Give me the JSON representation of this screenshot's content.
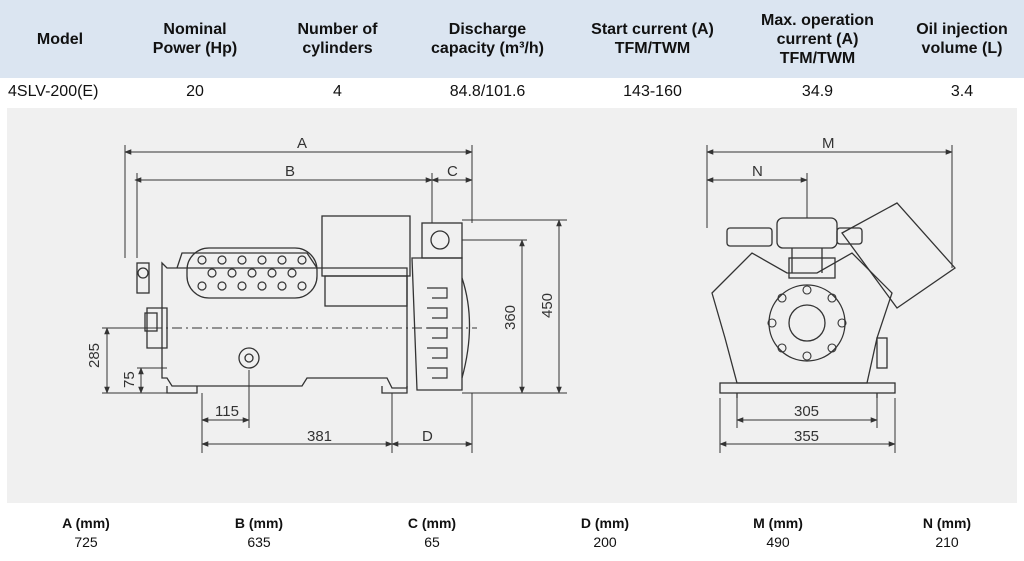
{
  "table": {
    "headers": [
      {
        "line1": "Model",
        "line2": "",
        "line3": ""
      },
      {
        "line1": "Nominal",
        "line2": "Power (Hp)",
        "line3": ""
      },
      {
        "line1": "Number of",
        "line2": "cylinders",
        "line3": ""
      },
      {
        "line1": "Discharge",
        "line2": "capacity (m³/h)",
        "line3": ""
      },
      {
        "line1": "Start current (A)",
        "line2": "TFM/TWM",
        "line3": ""
      },
      {
        "line1": "Max. operation",
        "line2": "current (A)",
        "line3": "TFM/TWM"
      },
      {
        "line1": "Oil injection",
        "line2": "volume (L)",
        "line3": ""
      }
    ],
    "row": [
      "4SLV-200(E)",
      "20",
      "4",
      "84.8/101.6",
      "143-160",
      "34.9",
      "3.4"
    ]
  },
  "drawing": {
    "side_labels": {
      "a": "A",
      "b": "B",
      "c": "C",
      "d": "D",
      "h285": "285",
      "h75": "75",
      "h360": "360",
      "h450": "450",
      "w115": "115",
      "w381": "381"
    },
    "front_labels": {
      "m": "M",
      "n": "N",
      "w305": "305",
      "w355": "355"
    }
  },
  "dimensions": [
    {
      "label": "A (mm)",
      "value": "725"
    },
    {
      "label": "B (mm)",
      "value": "635"
    },
    {
      "label": "C (mm)",
      "value": "65"
    },
    {
      "label": "D (mm)",
      "value": "200"
    },
    {
      "label": "M (mm)",
      "value": "490"
    },
    {
      "label": "N (mm)",
      "value": "210"
    }
  ],
  "colors": {
    "header_bg": "#dbe5f1",
    "drawing_bg": "#f0f0f0",
    "line": "#333333"
  }
}
